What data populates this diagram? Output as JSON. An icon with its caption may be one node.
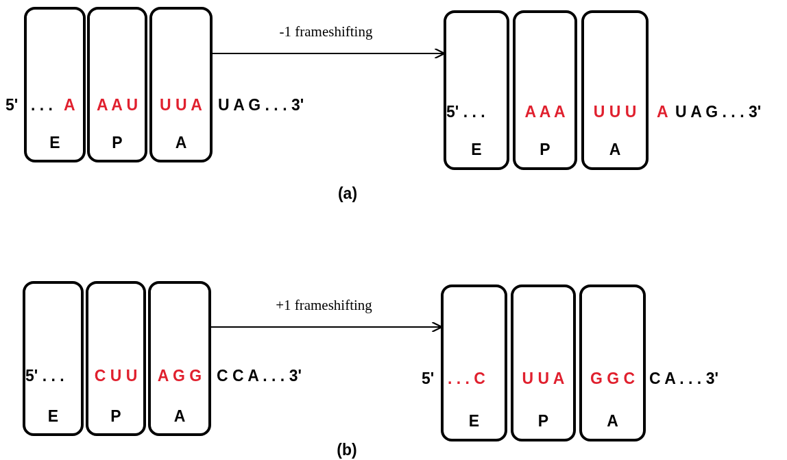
{
  "diagram": {
    "nodes": [
      {
        "text": [
          ". . .",
          "A",
          "E"
        ]
      },
      {
        "text": [
          "A A U",
          "P"
        ]
      },
      {
        "text": [
          "U U A",
          "A"
        ]
      },
      {
        "text": [
          "5' . . .",
          "E"
        ]
      },
      {
        "text": [
          "A A A",
          "P"
        ]
      },
      {
        "text": [
          "U U U",
          "A"
        ]
      },
      {
        "text": [
          "5' . . .",
          "E"
        ]
      },
      {
        "text": [
          "C U U",
          "P"
        ]
      },
      {
        "text": [
          "A G G",
          "A"
        ]
      },
      {
        "text": [
          ". . . C",
          "E"
        ]
      },
      {
        "text": [
          "U U A",
          "P"
        ]
      },
      {
        "text": [
          "G G C",
          "A"
        ]
      }
    ],
    "edges": [
      {
        "from": 2,
        "to": 3,
        "arrow": "to",
        "label": "-1 frameshifting"
      },
      {
        "from": 8,
        "to": 9,
        "arrow": "to",
        "label": "+1 frameshifting"
      }
    ],
    "labels": [
      "5'",
      "U A G . . . 3'",
      "A",
      "U A G . . . 3'",
      "(a)",
      "C C A . . . 3'",
      "5'",
      "C A . . . 3'",
      "(b)"
    ]
  }
}
